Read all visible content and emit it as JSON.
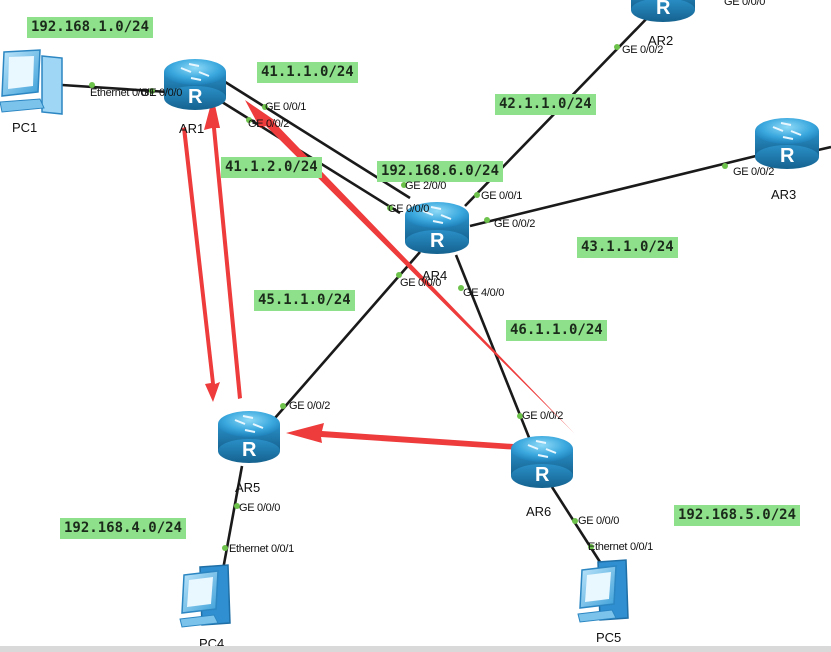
{
  "colors": {
    "link": "#1a1a1a",
    "arrow": "#ee3b3b",
    "subnet_bg": "#8ee08a",
    "port_dot": "#6dc24b",
    "router": "#3aa8de"
  },
  "devices": [
    {
      "id": "pc1",
      "type": "pc",
      "label": "PC1"
    },
    {
      "id": "ar1",
      "type": "router",
      "label": "AR1"
    },
    {
      "id": "ar2",
      "type": "router",
      "label": "AR2"
    },
    {
      "id": "ar3",
      "type": "router",
      "label": "AR3"
    },
    {
      "id": "ar4",
      "type": "router",
      "label": "AR4"
    },
    {
      "id": "ar5",
      "type": "router",
      "label": "AR5"
    },
    {
      "id": "ar6",
      "type": "router",
      "label": "AR6"
    },
    {
      "id": "pc4",
      "type": "pc",
      "label": "PC4"
    },
    {
      "id": "pc5",
      "type": "pc",
      "label": "PC5"
    }
  ],
  "subnets": [
    "192.168.1.0/24",
    "41.1.1.0/24",
    "42.1.1.0/24",
    "41.1.2.0/24",
    "192.168.6.0/24",
    "43.1.1.0/24",
    "45.1.1.0/24",
    "46.1.1.0/24",
    "192.168.4.0/24",
    "192.168.5.0/24"
  ],
  "ports": [
    "Ethernet 0/0/1",
    "GE 0/0/0",
    "GE 0/0/1",
    "GE 0/0/2",
    "GE 0/0/2",
    "GE 0/0/0",
    "GE 2/0/0",
    "GE 0/0/0",
    "GE 0/0/1",
    "GE 0/0/2",
    "GE 0/0/2",
    "GE 0/0/0",
    "GE 4/0/0",
    "GE 0/0/2",
    "GE 0/0/0",
    "Ethernet 0/0/1",
    "GE 0/0/2",
    "GE 0/0/0",
    "Ethernet 0/0/1"
  ]
}
